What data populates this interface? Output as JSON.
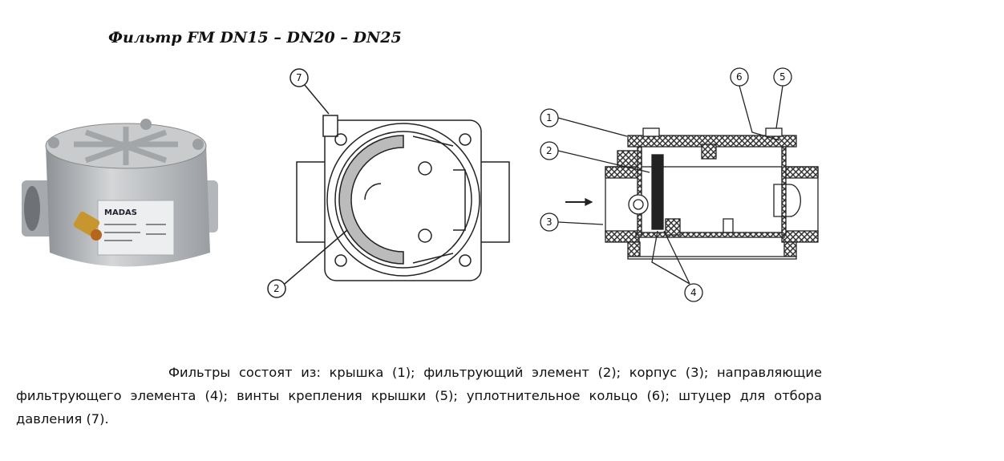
{
  "title": "Фильтр FM DN15 – DN20 – DN25",
  "photo": {
    "brand_label": "MADAS"
  },
  "front_view": {
    "callouts": [
      "7",
      "2"
    ]
  },
  "section_view": {
    "callouts": [
      "1",
      "2",
      "3",
      "4",
      "5",
      "6"
    ]
  },
  "description": "Фильтры состоят из: крышка (1); фильтрующий элемент (2); корпус (3); направляющие фильтрующего элемента (4); винты крепления крышки (5); уплотнительное кольцо (6); штуцер для отбора давления (7)."
}
